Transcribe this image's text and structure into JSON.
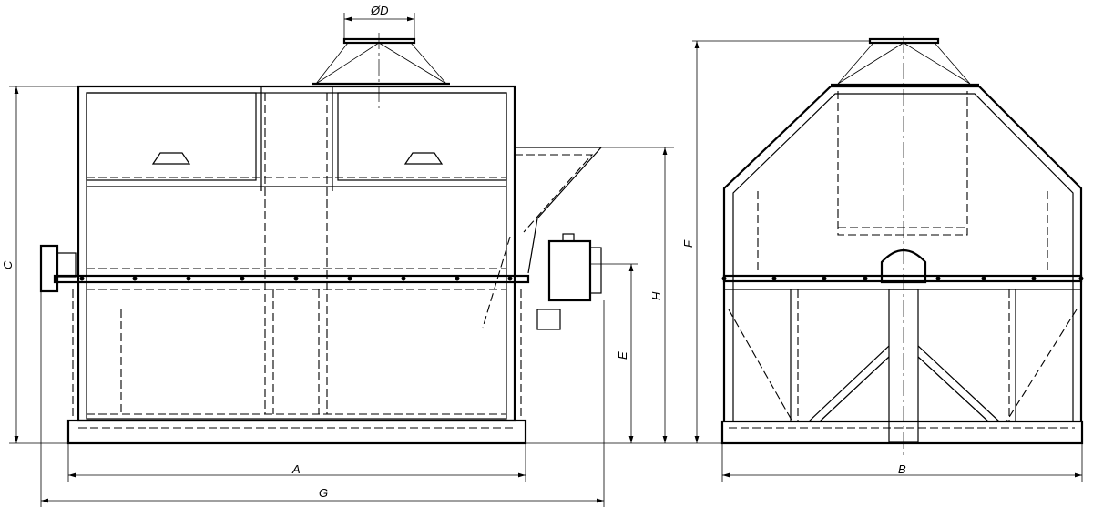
{
  "drawing": {
    "dimensions": {
      "diameter": "ØD",
      "overall_height": "C",
      "hopper_height": "H",
      "flange_height": "E",
      "length": "A",
      "overall_length": "G",
      "side_height": "F",
      "width": "B"
    }
  }
}
